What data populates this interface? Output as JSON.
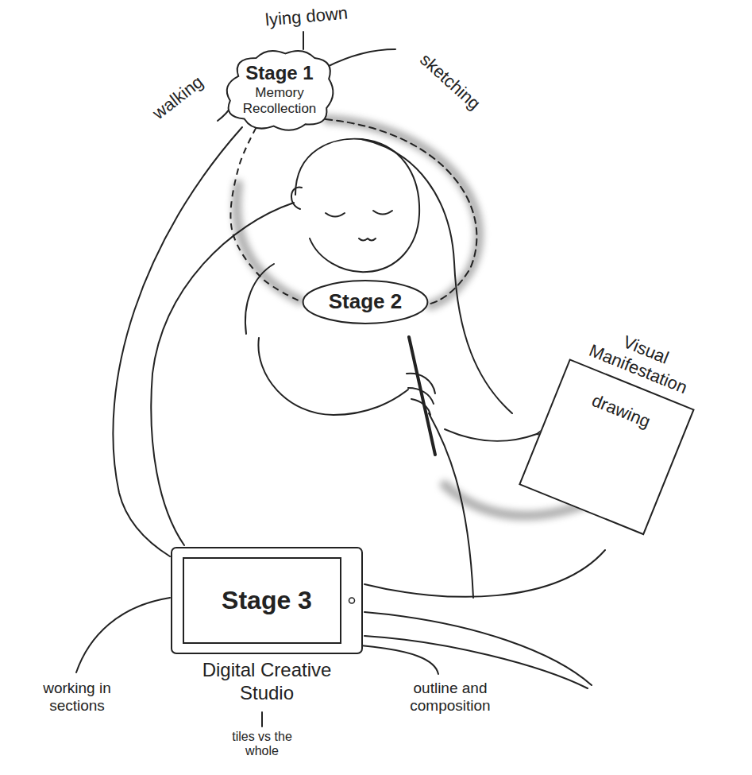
{
  "diagram": {
    "nodes": [
      {
        "text": [
          "Stage 1",
          "Memory Recollection"
        ]
      },
      {
        "text": [
          "Stage 2"
        ]
      },
      {
        "text": [
          "Stage 3",
          "Digital Creative Studio"
        ]
      },
      {
        "text": [
          "Visual Manifestation",
          "drawing"
        ]
      }
    ],
    "edges": [
      {
        "from": 0,
        "to": 1,
        "arrow": "none"
      }
    ],
    "labels": [
      "walking",
      "lying down",
      "sketching",
      "working in sections",
      "outline and composition",
      "tiles vs the whole"
    ]
  }
}
